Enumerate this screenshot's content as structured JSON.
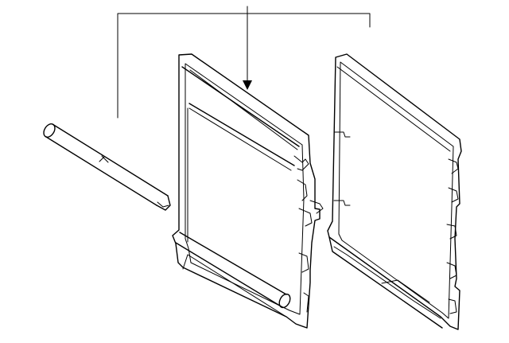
{
  "diagram": {
    "kind": "exploded parts illustration",
    "line_color": "#000000",
    "background_color": "#ffffff",
    "parts": [
      {
        "id": "tube"
      },
      {
        "id": "front-panel"
      },
      {
        "id": "rear-panel"
      }
    ],
    "callouts": [
      {
        "id": "bracket-leader",
        "points_to": [
          "tube",
          "front-panel",
          "rear-panel"
        ]
      }
    ]
  }
}
